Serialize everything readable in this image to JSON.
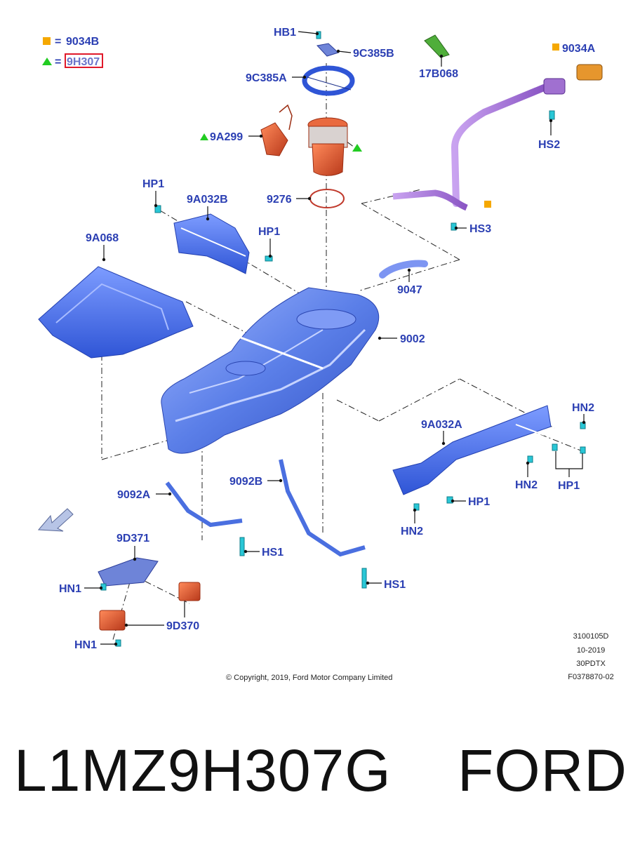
{
  "legend": {
    "square_label": "9034B",
    "triangle_label": "9H307",
    "eq": "=",
    "square_color": "#f5a800",
    "triangle_color": "#22cc22",
    "highlight_color": "#e0192a"
  },
  "labels": {
    "hb1": "HB1",
    "c385b": "9C385B",
    "c385a": "9C385A",
    "b068": "17B068",
    "a9034": "9034A",
    "a299": "9A299",
    "hs2": "HS2",
    "hp1_a": "HP1",
    "a032b": "9A032B",
    "p9276": "9276",
    "hs3": "HS3",
    "hp1_b": "HP1",
    "a068": "9A068",
    "p9047": "9047",
    "p9002": "9002",
    "hn2_a": "HN2",
    "a032a": "9A032A",
    "hn2_b": "HN2",
    "hp1_c": "HP1",
    "hp1_d": "HP1",
    "hn2_c": "HN2",
    "b9092a": "9092A",
    "b9092b": "9092B",
    "d371": "9D371",
    "hs1_a": "HS1",
    "hs1_b": "HS1",
    "hn1_a": "HN1",
    "d370": "9D370",
    "hn1_b": "HN1"
  },
  "info": {
    "line1": "3100105D",
    "line2": "10-2019",
    "line3": "30PDTX",
    "line4": "F0378870-02",
    "copyright": "© Copyright, 2019, Ford Motor Company Limited"
  },
  "caption": {
    "part_number": "L1MZ9H307G",
    "brand": "FORD"
  },
  "colors": {
    "label": "#2b3fb3",
    "part_blue": "#4a6fe0",
    "part_orange": "#d9502a",
    "part_purple": "#a070d0",
    "part_green": "#4fae3a",
    "fastener_cyan": "#29c7d6"
  }
}
